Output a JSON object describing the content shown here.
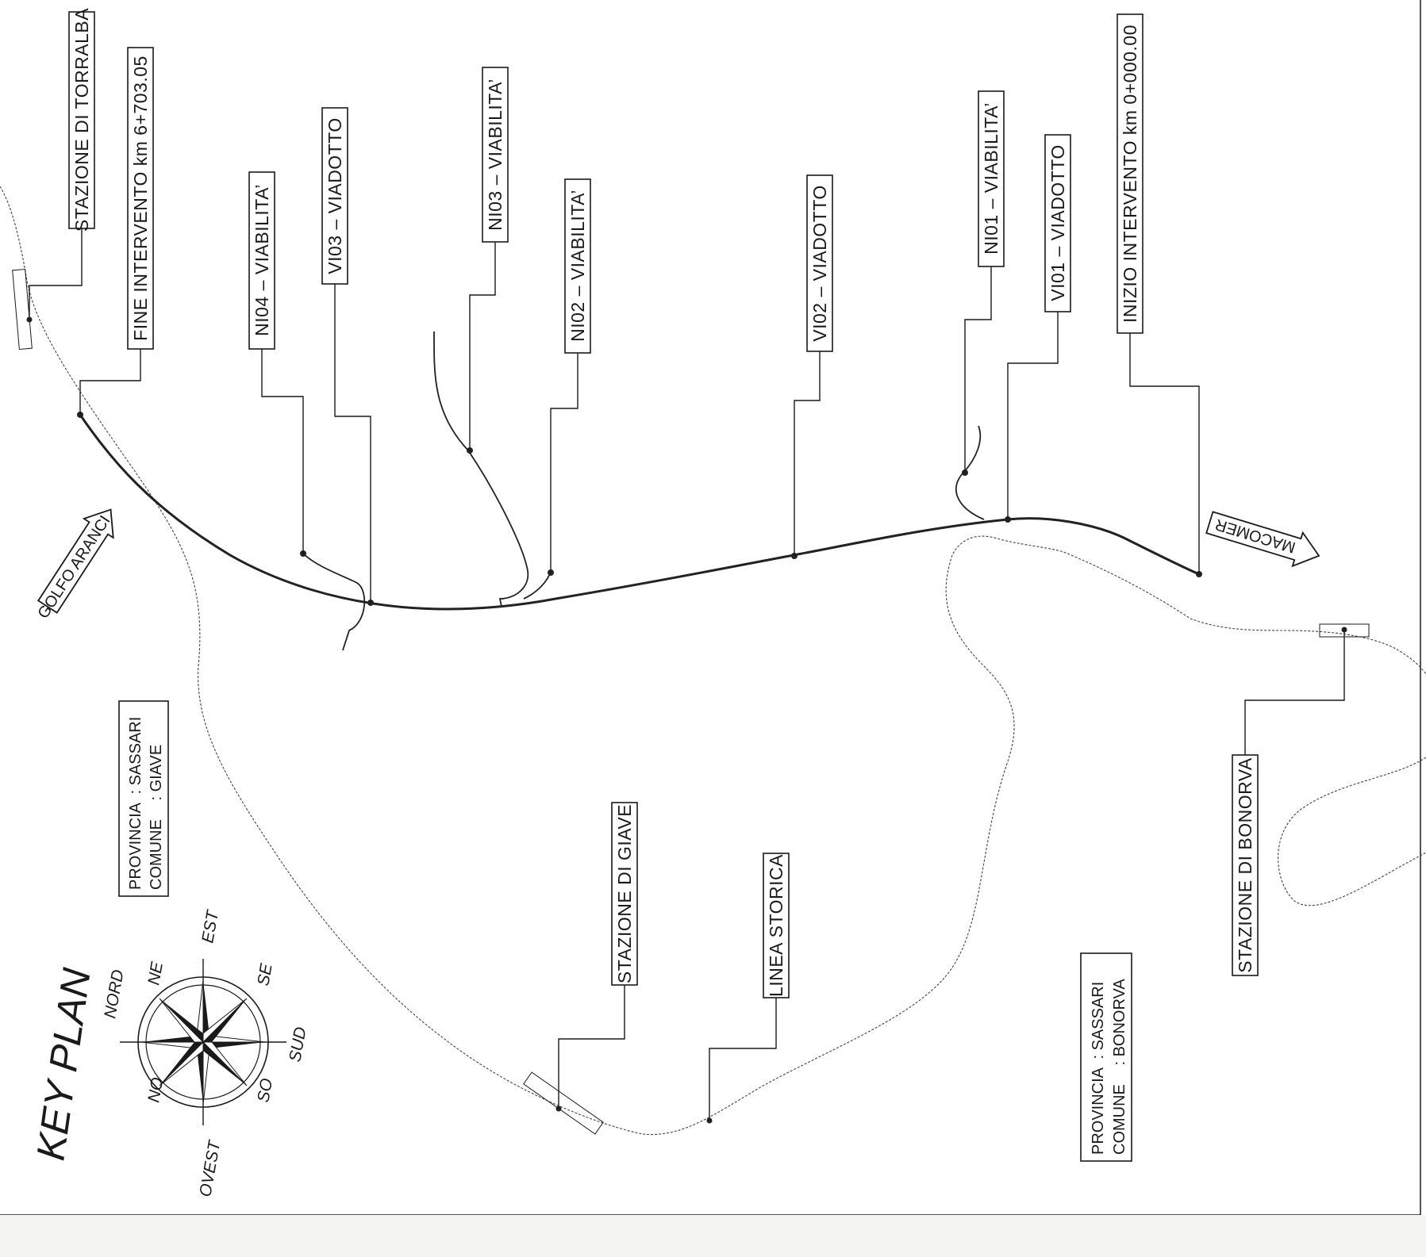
{
  "title": "KEY PLAN",
  "labels": {
    "stazione_torralba": "STAZIONE DI TORRALBA",
    "fine_intervento": "FINE INTERVENTO km 6+703.05",
    "ni04": "NI04 – VIABILITA’",
    "vi03": "VI03 – VIADOTTO",
    "ni03": "NI03 – VIABILITA’",
    "ni02": "NI02 – VIABILITA’",
    "vi02": "VI02 – VIADOTTO",
    "ni01": "NI01 – VIABILITA’",
    "vi01": "VI01 – VIADOTTO",
    "inizio_intervento": "INIZIO INTERVENTO km 0+000.00",
    "stazione_giave": "STAZIONE DI GIAVE",
    "linea_storica": "LINEA STORICA",
    "stazione_bonorva": "STAZIONE DI BONORVA"
  },
  "directions": {
    "golfo_aranci": "GOLFO ARANCI",
    "macomer": "MACOMER"
  },
  "admin_giave": {
    "provincia_label": "PROVINCIA",
    "provincia_value": ": SASSARI",
    "comune_label": "COMUNE",
    "comune_value": ": GIAVE"
  },
  "admin_bonorva": {
    "provincia_label": "PROVINCIA",
    "provincia_value": ": SASSARI",
    "comune_label": "COMUNE",
    "comune_value": ": BONORVA"
  },
  "compass": {
    "nord": "NORD",
    "sud": "SUD",
    "est": "EST",
    "ovest": "OVEST",
    "ne": "NE",
    "se": "SE",
    "so": "SO",
    "no": "NO"
  },
  "colors": {
    "ink": "#1a1a1a",
    "paper": "#ffffff"
  }
}
